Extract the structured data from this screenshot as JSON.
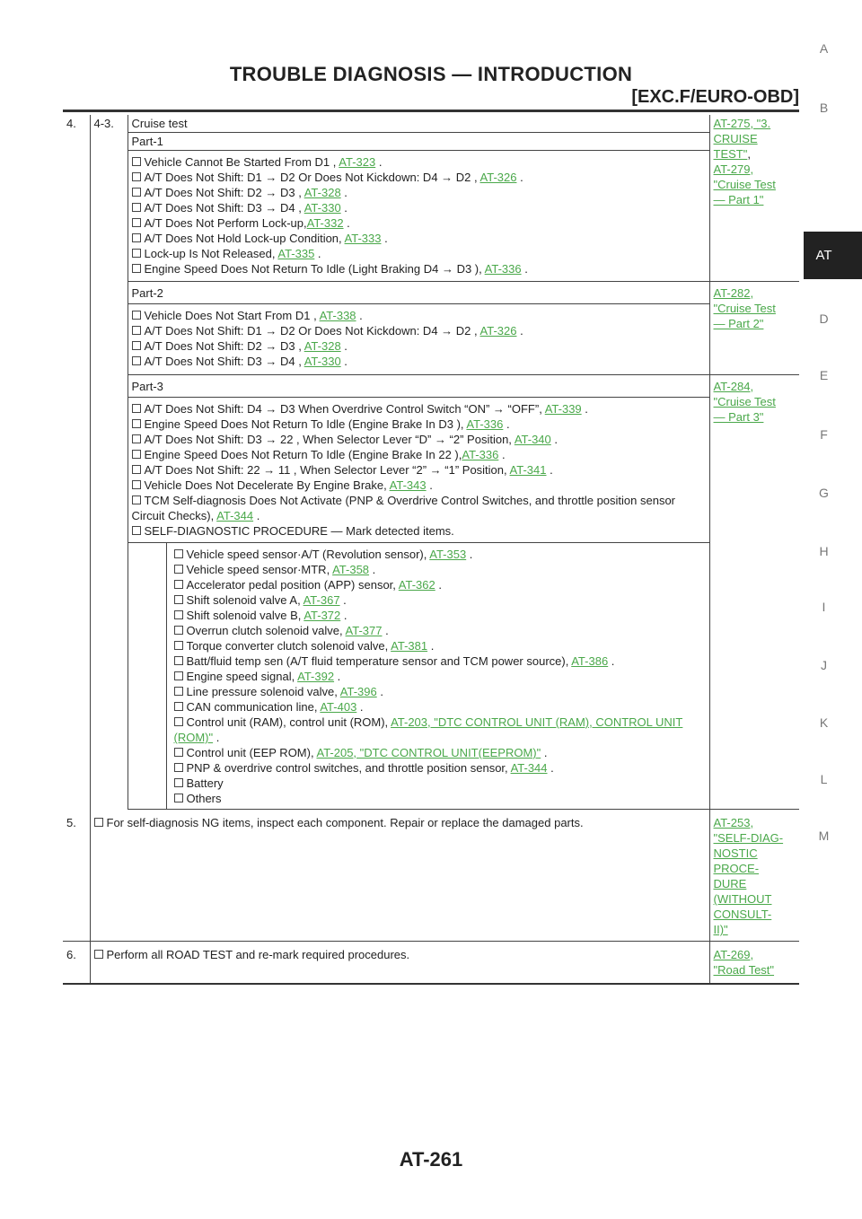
{
  "header": {
    "title": "TROUBLE DIAGNOSIS — INTRODUCTION",
    "subtitle": "[EXC.F/EURO-OBD]"
  },
  "footer": {
    "page": "AT-261"
  },
  "sidebar": {
    "letters": [
      "A",
      "B",
      "AT",
      "D",
      "E",
      "F",
      "G",
      "H",
      "I",
      "J",
      "K",
      "L",
      "M"
    ]
  },
  "rows": {
    "r4_step": "4.",
    "r4_sub": "4-3.",
    "r4_title": "Cruise test",
    "r4_ref": [
      "AT-275, \"3. ",
      "CRUISE ",
      "TEST\"",
      ", ",
      "AT-279, ",
      "\"Cruise Test ",
      "— Part 1\""
    ],
    "part1": "Part-1",
    "p1_items": [
      {
        "t": "Vehicle Cannot Be Started From D1 , ",
        "l": "AT-323",
        "e": " ."
      },
      {
        "t": "A/T Does Not Shift: D1 → D2 Or Does Not Kickdown: D4 → D2 , ",
        "l": "AT-326",
        "e": " ."
      },
      {
        "t": "A/T Does Not Shift: D2 → D3 , ",
        "l": "AT-328",
        "e": " ."
      },
      {
        "t": "A/T Does Not Shift: D3 → D4 , ",
        "l": "AT-330",
        "e": " ."
      },
      {
        "t": "A/T Does Not Perform Lock-up,",
        "l": "AT-332",
        "e": " ."
      },
      {
        "t": "A/T Does Not Hold Lock-up Condition, ",
        "l": "AT-333",
        "e": " ."
      },
      {
        "t": "Lock-up Is Not Released, ",
        "l": "AT-335",
        "e": " ."
      },
      {
        "t": "Engine Speed Does Not Return To Idle (Light Braking D4 → D3 ), ",
        "l": "AT-336",
        "e": " ."
      }
    ],
    "part2": "Part-2",
    "p2_ref": [
      "AT-282, ",
      "\"Cruise Test ",
      "— Part 2\""
    ],
    "p2_items": [
      {
        "t": "Vehicle Does Not Start From D1 , ",
        "l": "AT-338",
        "e": " ."
      },
      {
        "t": "A/T Does Not Shift: D1 → D2 Or Does Not Kickdown: D4 → D2 , ",
        "l": "AT-326",
        "e": " ."
      },
      {
        "t": "A/T Does Not Shift: D2 → D3 , ",
        "l": "AT-328",
        "e": " ."
      },
      {
        "t": "A/T Does Not Shift: D3 → D4 , ",
        "l": "AT-330",
        "e": " ."
      }
    ],
    "part3": "Part-3",
    "p3_ref": [
      "AT-284, ",
      "\"Cruise Test ",
      "— Part 3\""
    ],
    "p3_items": [
      {
        "t": "A/T Does Not Shift: D4 → D3 When Overdrive Control Switch “ON” → “OFF”, ",
        "l": "AT-339",
        "e": " ."
      },
      {
        "t": "Engine Speed Does Not Return To Idle (Engine Brake In D3 ), ",
        "l": "AT-336",
        "e": " ."
      },
      {
        "t": "A/T Does Not Shift: D3 → 22 , When Selector Lever “D” → “2” Position, ",
        "l": "AT-340",
        "e": " ."
      },
      {
        "t": "Engine Speed Does Not Return To Idle (Engine Brake In 22 ),",
        "l": "AT-336",
        "e": " ."
      },
      {
        "t": "A/T Does Not Shift: 22 → 11 , When Selector Lever “2” → “1” Position, ",
        "l": "AT-341",
        "e": " ."
      },
      {
        "t": "Vehicle Does Not Decelerate By Engine Brake, ",
        "l": "AT-343",
        "e": " ."
      },
      {
        "t": "TCM Self-diagnosis Does Not Activate (PNP & Overdrive Control Switches, and throttle position sensor Circuit Checks), ",
        "l": "AT-344",
        "e": " ."
      },
      {
        "t": "SELF-DIAGNOSTIC PROCEDURE — Mark detected items.",
        "l": "",
        "e": ""
      }
    ],
    "sd_items": [
      {
        "t": "Vehicle speed sensor·A/T (Revolution sensor), ",
        "l": "AT-353",
        "e": " ."
      },
      {
        "t": "Vehicle speed sensor·MTR, ",
        "l": "AT-358",
        "e": " ."
      },
      {
        "t": "Accelerator pedal position (APP) sensor, ",
        "l": "AT-362",
        "e": " ."
      },
      {
        "t": "Shift solenoid valve A, ",
        "l": "AT-367",
        "e": " ."
      },
      {
        "t": "Shift solenoid valve B, ",
        "l": "AT-372",
        "e": " ."
      },
      {
        "t": "Overrun clutch solenoid valve, ",
        "l": "AT-377",
        "e": " ."
      },
      {
        "t": "Torque converter clutch solenoid valve, ",
        "l": "AT-381",
        "e": " ."
      },
      {
        "t": "Batt/fluid temp sen (A/T fluid temperature sensor and TCM power source), ",
        "l": "AT-386",
        "e": " ."
      },
      {
        "t": "Engine speed signal, ",
        "l": "AT-392",
        "e": " ."
      },
      {
        "t": "Line pressure solenoid valve, ",
        "l": "AT-396",
        "e": " ."
      },
      {
        "t": "CAN communication line, ",
        "l": "AT-403",
        "e": " ."
      },
      {
        "t": "Control unit (RAM), control unit (ROM), ",
        "l": "AT-203, \"DTC CONTROL UNIT (RAM), CONTROL UNIT (ROM)\"",
        "e": " ."
      },
      {
        "t": "Control unit (EEP ROM), ",
        "l": "AT-205, \"DTC CONTROL UNIT(EEPROM)\"",
        "e": " ."
      },
      {
        "t": "PNP & overdrive control switches, and throttle position sensor, ",
        "l": "AT-344",
        "e": " ."
      },
      {
        "t": "Battery",
        "l": "",
        "e": ""
      },
      {
        "t": "Others",
        "l": "",
        "e": ""
      }
    ],
    "r5_step": "5.",
    "r5_text": "For self-diagnosis NG items, inspect each component. Repair or replace the damaged parts.",
    "r5_ref": [
      "AT-253, ",
      "\"SELF-DIAG-",
      "NOSTIC ",
      "PROCE-",
      "DURE ",
      "(WITHOUT ",
      "CONSULT-",
      "II)\""
    ],
    "r6_step": "6.",
    "r6_text": "Perform all ROAD TEST and re-mark required procedures.",
    "r6_ref": [
      "AT-269, ",
      "\"Road Test\""
    ]
  }
}
